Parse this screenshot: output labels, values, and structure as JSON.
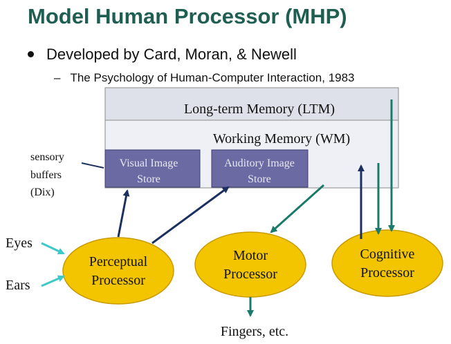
{
  "slide": {
    "title": "Model Human Processor (MHP)",
    "bullet": "Developed by Card, Moran, & Newell",
    "subbullet_marker": "–",
    "subbullet": "The Psychology of Human-Computer Interaction, 1983"
  },
  "diagram": {
    "ltm_label": "Long-term Memory (LTM)",
    "wm_label": "Working Memory (WM)",
    "visual_store": [
      "Visual Image",
      "Store"
    ],
    "auditory_store": [
      "Auditory Image",
      "Store"
    ],
    "sensory_note": [
      "sensory",
      "buffers",
      "(Dix)"
    ],
    "perceptual": [
      "Perceptual",
      "Processor"
    ],
    "motor": [
      "Motor",
      "Processor"
    ],
    "cognitive": [
      "Cognitive",
      "Processor"
    ],
    "eyes": "Eyes",
    "ears": "Ears",
    "fingers": "Fingers, etc.",
    "colors": {
      "title": "#1f5f52",
      "memory_fill": "#eef0f5",
      "ltm_fill": "#dfe1ea",
      "store_fill": "#6b6aa2",
      "processor_fill": "#f2c500",
      "processor_stroke": "#c99a00",
      "arrow_navy": "#1c2f5e",
      "arrow_teal": "#1a7a6a",
      "arrow_cyan": "#3fc8c8"
    }
  }
}
